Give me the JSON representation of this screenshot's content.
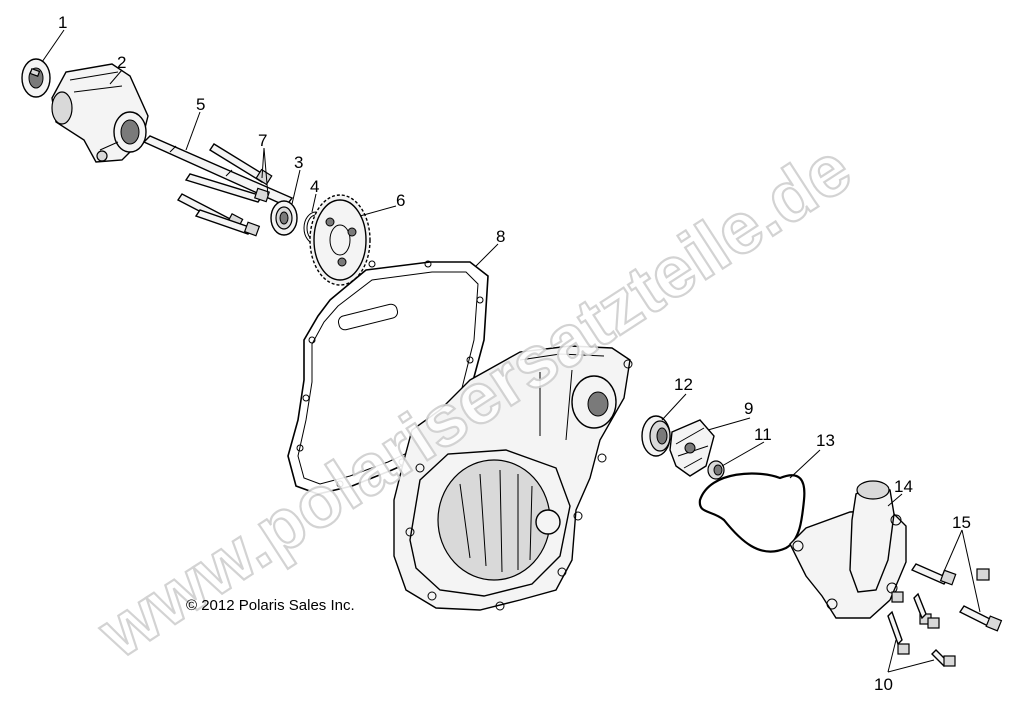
{
  "callouts": [
    {
      "label": "1"
    },
    {
      "label": "2"
    },
    {
      "label": "5"
    },
    {
      "label": "7"
    },
    {
      "label": "3"
    },
    {
      "label": "4"
    },
    {
      "label": "6"
    },
    {
      "label": "8"
    },
    {
      "label": "12"
    },
    {
      "label": "9"
    },
    {
      "label": "11"
    },
    {
      "label": "13"
    },
    {
      "label": "14"
    },
    {
      "label": "15"
    },
    {
      "label": "10"
    }
  ],
  "copyright": "© 2012 Polaris Sales Inc.",
  "watermark": "www.polarisersatzteile.de",
  "colors": {
    "line": "#000000",
    "fill": "#f4f4f4",
    "watermark_stroke": "#cfcfcf"
  }
}
